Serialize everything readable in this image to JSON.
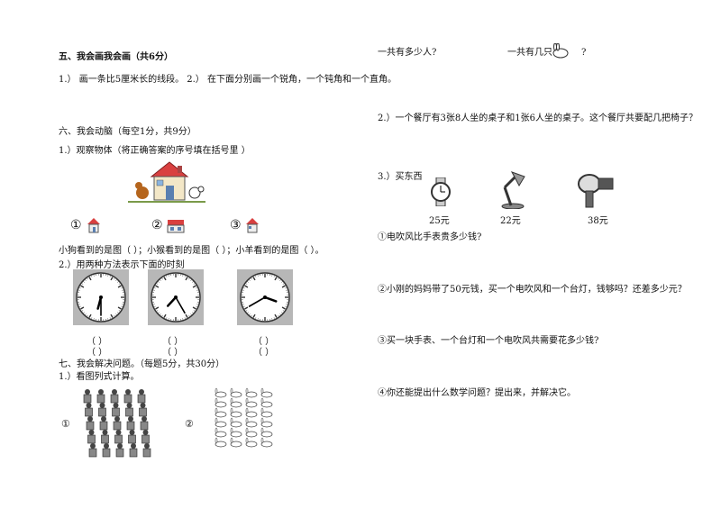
{
  "left": {
    "s5_title": "五、我会画我会画（共6分）",
    "s5_q": "1.） 画一条比5厘米长的线段。  2.） 在下面分别画一个锐角，一个钝角和一个直角。",
    "s6_title": "六、我会动脑（每空1分，共9分）",
    "s6_q1": "1.）观察物体（将正确答案的序号填在括号里 ）",
    "opt1": "①",
    "opt2": "②",
    "opt3": "③",
    "s6_q1_line": "小狗看到的是图（    ）；小猴看到的是图（    ）；小羊看到的是图（    ）。",
    "s6_q2": "2.）用两种方法表示下面的时刻",
    "blank": "（      ）",
    "s7_title": "七、我会解决问题。（每题5分，共30分）",
    "s7_q1": "1.）看图列式计算。",
    "p1": "①",
    "p2": "②"
  },
  "right": {
    "q_people": "一共有多少人?",
    "q_rabbits": "一共有几只",
    "q_mark": "?",
    "q2": "2.）一个餐厅有3张8人坐的桌子和1张6人坐的桌子。这个餐厅共要配几把椅子？",
    "q3": "3.）买东西",
    "price_watch": "25元",
    "price_lamp": "22元",
    "price_dryer": "38元",
    "sq1": "①电吹风比手表贵多少钱?",
    "sq2": "②小刚的妈妈带了50元钱，买一个电吹风和一个台灯，钱够吗？还差多少元？",
    "sq3": "③买一块手表、一个台灯和一个电吹风共需要花多少钱?",
    "sq4": "④你还能提出什么数学问题？提出来，并解决它。"
  },
  "clocks": [
    {
      "hour": 6,
      "minute": 30
    },
    {
      "hour": 7,
      "minute": 25
    },
    {
      "hour": 3,
      "minute": 40
    }
  ]
}
